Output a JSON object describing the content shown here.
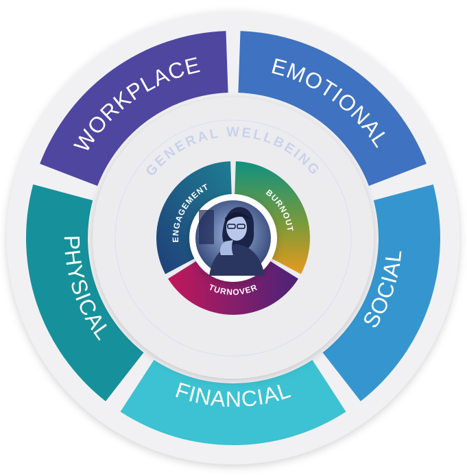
{
  "diagram": {
    "title": "GENERAL WELLBEING",
    "outer_segments": [
      {
        "label": "WORKPLACE",
        "color": "#4f46a0"
      },
      {
        "label": "EMOTIONAL",
        "color": "#3f72c0"
      },
      {
        "label": "SOCIAL",
        "color": "#3596cf"
      },
      {
        "label": "FINANCIAL",
        "color": "#3cc2d2"
      },
      {
        "label": "PHYSICAL",
        "color": "#16919b"
      }
    ],
    "inner_segments": [
      {
        "label": "ENGAGEMENT",
        "color_a": "#1f3f78",
        "color_b": "#1f7d92"
      },
      {
        "label": "BURNOUT",
        "color_a": "#0f9180",
        "color_b": "#e89a1e"
      },
      {
        "label": "TURNOVER",
        "color_a": "#c2185b",
        "color_b": "#4a2378"
      }
    ],
    "center_photo": {
      "icon": "person-at-computer-photo"
    },
    "colors": {
      "outer_ring_bg": "#f1f1f3",
      "inner_disc": "#ececef",
      "title_text": "#c9d2ec",
      "segment_text": "#ffffff"
    }
  }
}
